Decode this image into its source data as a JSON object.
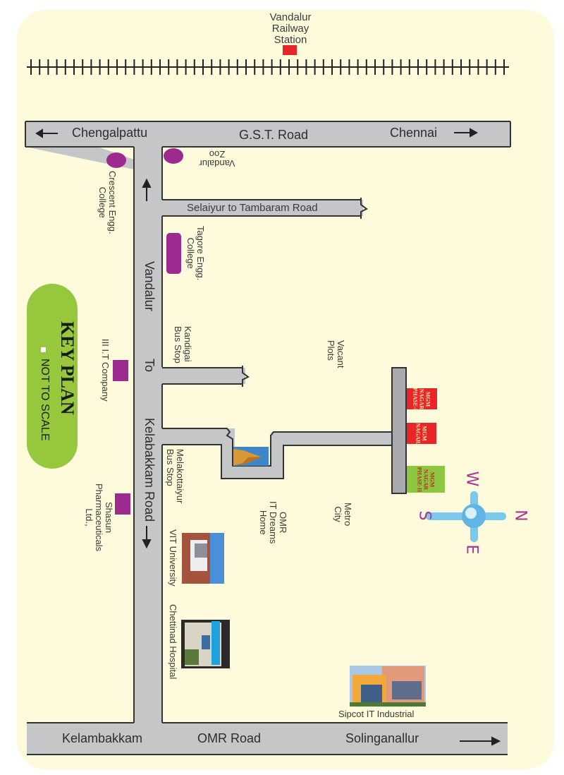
{
  "railway": {
    "station_label": "Vandalur\nRailway\nStation",
    "station_color": "#e8262a"
  },
  "gst_road": {
    "left": "Chengalpattu",
    "center": "G.S.T. Road",
    "right": "Chennai"
  },
  "vandalur_road": {
    "part1": "Vandalur",
    "part2": "To",
    "part3": "Kelabakkam Road"
  },
  "selaiyur_road": {
    "label": "Selaiyur to Tambaram Road"
  },
  "omr_road": {
    "left": "Kelambakkam",
    "center": "OMR Road",
    "right": "Solinganallur"
  },
  "landmarks": {
    "vandalur_zoo": "Vandalur\nZoo",
    "crescent": "Crescent Engg.\nCollege",
    "tagore": "Tagore Engg.\nCollege",
    "kandigai": "Kandigai\nBus Stop",
    "iiit": "III I.T Company",
    "vacant": "Vacant\nPlots",
    "melakottaiyur": "Melakottaiyur\nBus Stop",
    "shasun": "Shasun\nPharmaceuticals\nLtd.,",
    "omr_dreams": "OMR\nIT Dreams\nHome",
    "metro_city": "Metro\nCity",
    "vit": "VIT University",
    "chettinad": "Chettinad Hospital",
    "sipcot": "Sipcot IT Industrial"
  },
  "plots": [
    {
      "label": "MGM\nNAGAR\nPHASE-I",
      "color": "#e8262a"
    },
    {
      "label": "MGM\nNAGAR",
      "color": "#e8262a"
    },
    {
      "label": "MGM\nNAGAR\nPHASE-II",
      "color": "#8dc63f"
    }
  ],
  "key_plan": {
    "title": "KEY PLAN",
    "note": "NOT TO SCALE"
  },
  "compass": {
    "n": "N",
    "s": "S",
    "e": "E",
    "w": "W"
  },
  "colors": {
    "road": "#c5c6c8",
    "marker": "#9c2a8f",
    "background": "#fefbdc"
  }
}
